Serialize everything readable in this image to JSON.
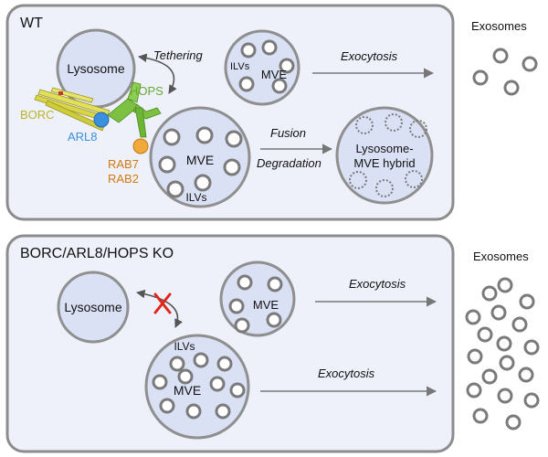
{
  "wt_panel": {
    "title": "WT",
    "lysosome_label": "Lysosome",
    "tethering_label": "Tethering",
    "hops_label": "HOPS",
    "borc_label": "BORC",
    "arl8_label": "ARL8",
    "rab7_label": "RAB7",
    "rab2_label": "RAB2",
    "mve_top_label": "MVE",
    "mve_top_ilvs_label": "ILVs",
    "exocytosis_label": "Exocytosis",
    "mve_label": "MVE",
    "ilvs_label": "ILVs",
    "fusion_label": "Fusion",
    "degradation_label": "Degradation",
    "hybrid_label_line1": "Lysosome-",
    "hybrid_label_line2": "MVE hybrid"
  },
  "ko_panel": {
    "title": "BORC/ARL8/HOPS KO",
    "lysosome_label": "Lysosome",
    "mve_top_label": "MVE",
    "exocytosis_top_label": "Exocytosis",
    "ilvs_label": "ILVs",
    "mve_label": "MVE",
    "exocytosis_bottom_label": "Exocytosis"
  },
  "exosomes_top_label": "Exosomes",
  "exosomes_bottom_label": "Exosomes",
  "colors": {
    "panel_fill": "#eef0fa",
    "panel_stroke": "#8c8c8c",
    "organelle_fill": "#dbe1f5",
    "organelle_stroke": "#8f8f8f",
    "vesicle_stroke": "#7a7a7a",
    "borc": "#d9d54a",
    "arl8": "#3a8fde",
    "hops": "#7cc142",
    "rab": "#f2a93b",
    "rab_text": "#d4790f",
    "block_x": "#e0261b"
  }
}
